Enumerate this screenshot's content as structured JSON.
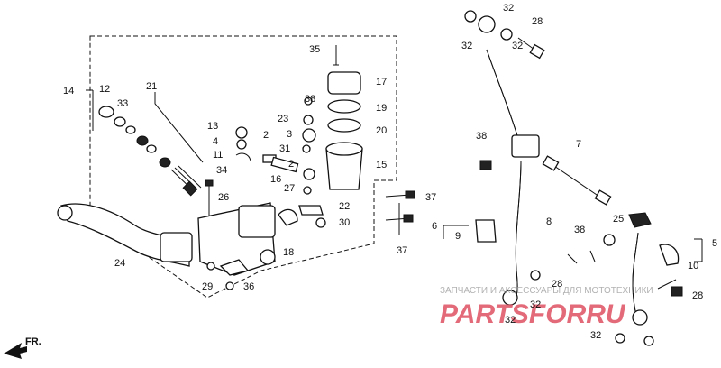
{
  "labels": {
    "p2a": "2",
    "p2b": "2",
    "p3": "3",
    "p4": "4",
    "p5": "5",
    "p6": "6",
    "p7": "7",
    "p8": "8",
    "p9": "9",
    "p10": "10",
    "p11": "11",
    "p12": "12",
    "p13": "13",
    "p14": "14",
    "p15": "15",
    "p16": "16",
    "p17": "17",
    "p18": "18",
    "p19": "19",
    "p20": "20",
    "p21": "21",
    "p22": "22",
    "p23": "23",
    "p24": "24",
    "p25": "25",
    "p26": "26",
    "p27": "27",
    "p28a": "28",
    "p28b": "28",
    "p28c": "28",
    "p29": "29",
    "p30": "30",
    "p31": "31",
    "p32a": "32",
    "p32b": "32",
    "p32c": "32",
    "p32d": "32",
    "p32e": "32",
    "p32f": "32",
    "p33": "33",
    "p34": "34",
    "p35": "35",
    "p36": "36",
    "p37a": "37",
    "p37b": "37",
    "p38a": "38",
    "p38b": "38",
    "p38c": "38"
  },
  "direction_label": "FR.",
  "watermark": {
    "line1": "ЗАПЧАСТИ И АКСЕССУАРЫ ДЛЯ МОТОТЕХНИКИ",
    "logo": "PARTSFORRU",
    "logo_color": "#e05a6a"
  }
}
